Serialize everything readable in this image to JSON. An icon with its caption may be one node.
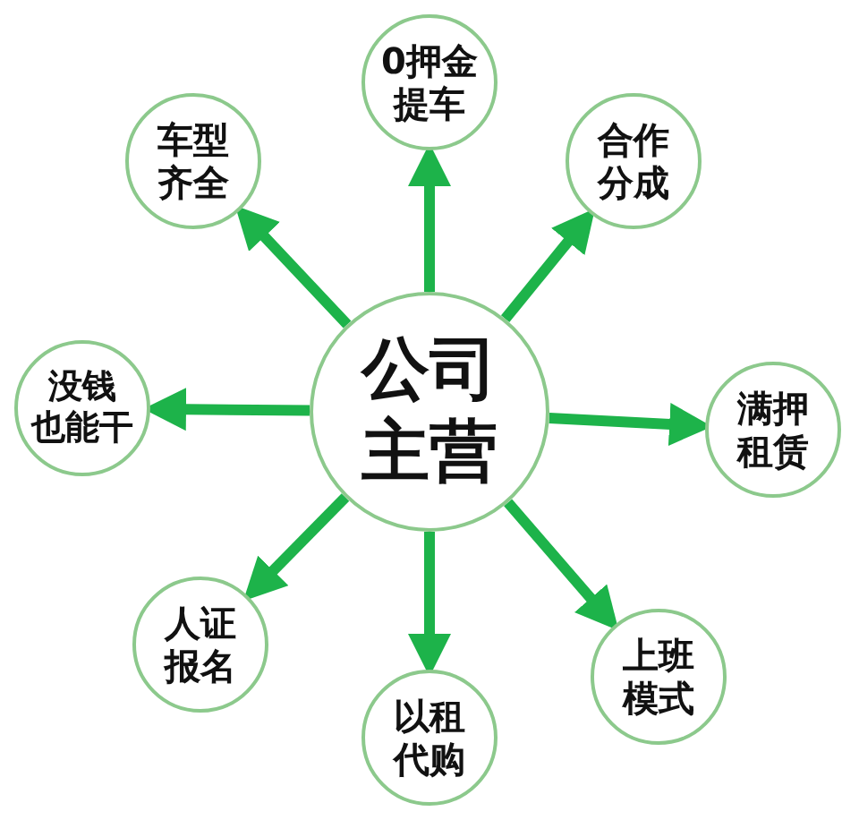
{
  "diagram": {
    "nodes": [
      {
        "text": [
          "0押金提车"
        ]
      },
      {
        "text": [
          "车型齐全"
        ]
      },
      {
        "text": [
          "合作分成"
        ]
      },
      {
        "text": [
          "公司主营"
        ]
      },
      {
        "text": [
          "没钱也能干"
        ]
      },
      {
        "text": [
          "满押租赁"
        ]
      },
      {
        "text": [
          "人证报名"
        ]
      },
      {
        "text": [
          "上班模式"
        ]
      },
      {
        "text": [
          "以租代购"
        ]
      }
    ],
    "edges": [
      {
        "from": 3,
        "to": 0,
        "arrow": "to"
      },
      {
        "from": 3,
        "to": 1,
        "arrow": "to"
      },
      {
        "from": 3,
        "to": 2,
        "arrow": "to"
      },
      {
        "from": 3,
        "to": 4,
        "arrow": "to"
      },
      {
        "from": 3,
        "to": 5,
        "arrow": "to"
      },
      {
        "from": 3,
        "to": 6,
        "arrow": "to"
      },
      {
        "from": 3,
        "to": 7,
        "arrow": "to"
      },
      {
        "from": 3,
        "to": 8,
        "arrow": "to"
      }
    ]
  }
}
